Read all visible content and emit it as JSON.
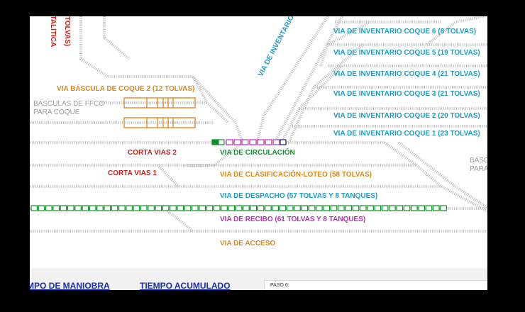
{
  "labels": {
    "via_inventario_azucar": "VIA DE INVENTARIO AZÚ",
    "inv_coque_6": "VIA DE INVENTARIO COQUE 6 (8 TOLVAS)",
    "inv_coque_5": "VIA DE INVENTARIO COQUE 5  (19 TOLVAS)",
    "inv_coque_4": "VIA DE INVENTARIO COQUE 4  (21 TOLVAS)",
    "inv_coque_3": "VIA DE INVENTARIO COQUE 3  (21 TOLVAS)",
    "inv_coque_2": "VIA DE INVENTARIO COQUE 2  (20 TOLVAS)",
    "inv_coque_1": "VIA DE INVENTARIO COQUE 1  (23 TOLVAS)",
    "bascula_coque_2": "VIA BÁSCULA DE COQUE 2 (12 TOLVAS)",
    "basculas_ffcc_1": "BÁSCULAS DE FFCC",
    "basculas_ffcc_2": "PARA COQUE",
    "bascula_right_1": "BÁSC",
    "bascula_right_2": "PARA",
    "catalitica_1": "ATALITICA",
    "catalitica_2": "TOLVAS)",
    "corta_vias_2": "CORTA VIAS 2",
    "corta_vias_1": "CORTA VIAS 1",
    "via_circulacion": "VIA DE CIRCULACIÓN",
    "via_clasificacion": "VIA DE CLASIFICACIÓN-LOTEO (58 TOLVAS)",
    "via_despacho": "VIA DE DESPACHO (57 TOLVAS Y 8 TANQUES)",
    "via_recibo": "VIA DE RECIBO  (61 TOLVAS Y 8 TANQUES)",
    "via_acceso": "VIA DE ACCESO"
  },
  "footer": {
    "tiempo_maniobra": "MPO DE MANIOBRA",
    "tiempo_acumulado": "TIEMPO ACUMULADO",
    "paso": "PASO 6:"
  },
  "colors": {
    "teal": "#1d9bc4",
    "orange": "#d88a1f",
    "red": "#c8201c",
    "green": "#12902c",
    "magenta": "#b62fb2",
    "track": "#b9b9b9"
  }
}
